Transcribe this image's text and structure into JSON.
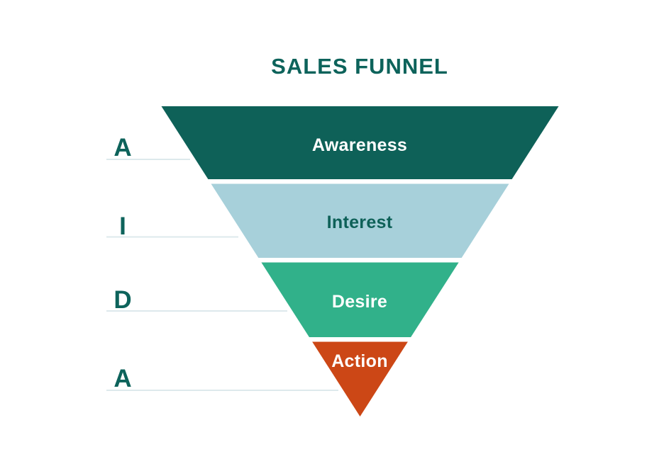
{
  "page": {
    "background": "#ffffff"
  },
  "title": {
    "text": "SALES FUNNEL",
    "color": "#0d635b"
  },
  "funnel": {
    "type": "inverted-pyramid",
    "stages": [
      {
        "label": "Awareness",
        "color": "#0e6158",
        "label_color": "#ffffff"
      },
      {
        "label": "Interest",
        "color": "#a7d0da",
        "label_color": "#0e6158"
      },
      {
        "label": "Desire",
        "color": "#31b18a",
        "label_color": "#ffffff"
      },
      {
        "label": "Action",
        "color": "#cc4716",
        "label_color": "#ffffff"
      }
    ]
  },
  "aida": {
    "letters": [
      "A",
      "I",
      "D",
      "A"
    ],
    "letter_color": "#0d635b",
    "line_color": "#dde9ec"
  }
}
